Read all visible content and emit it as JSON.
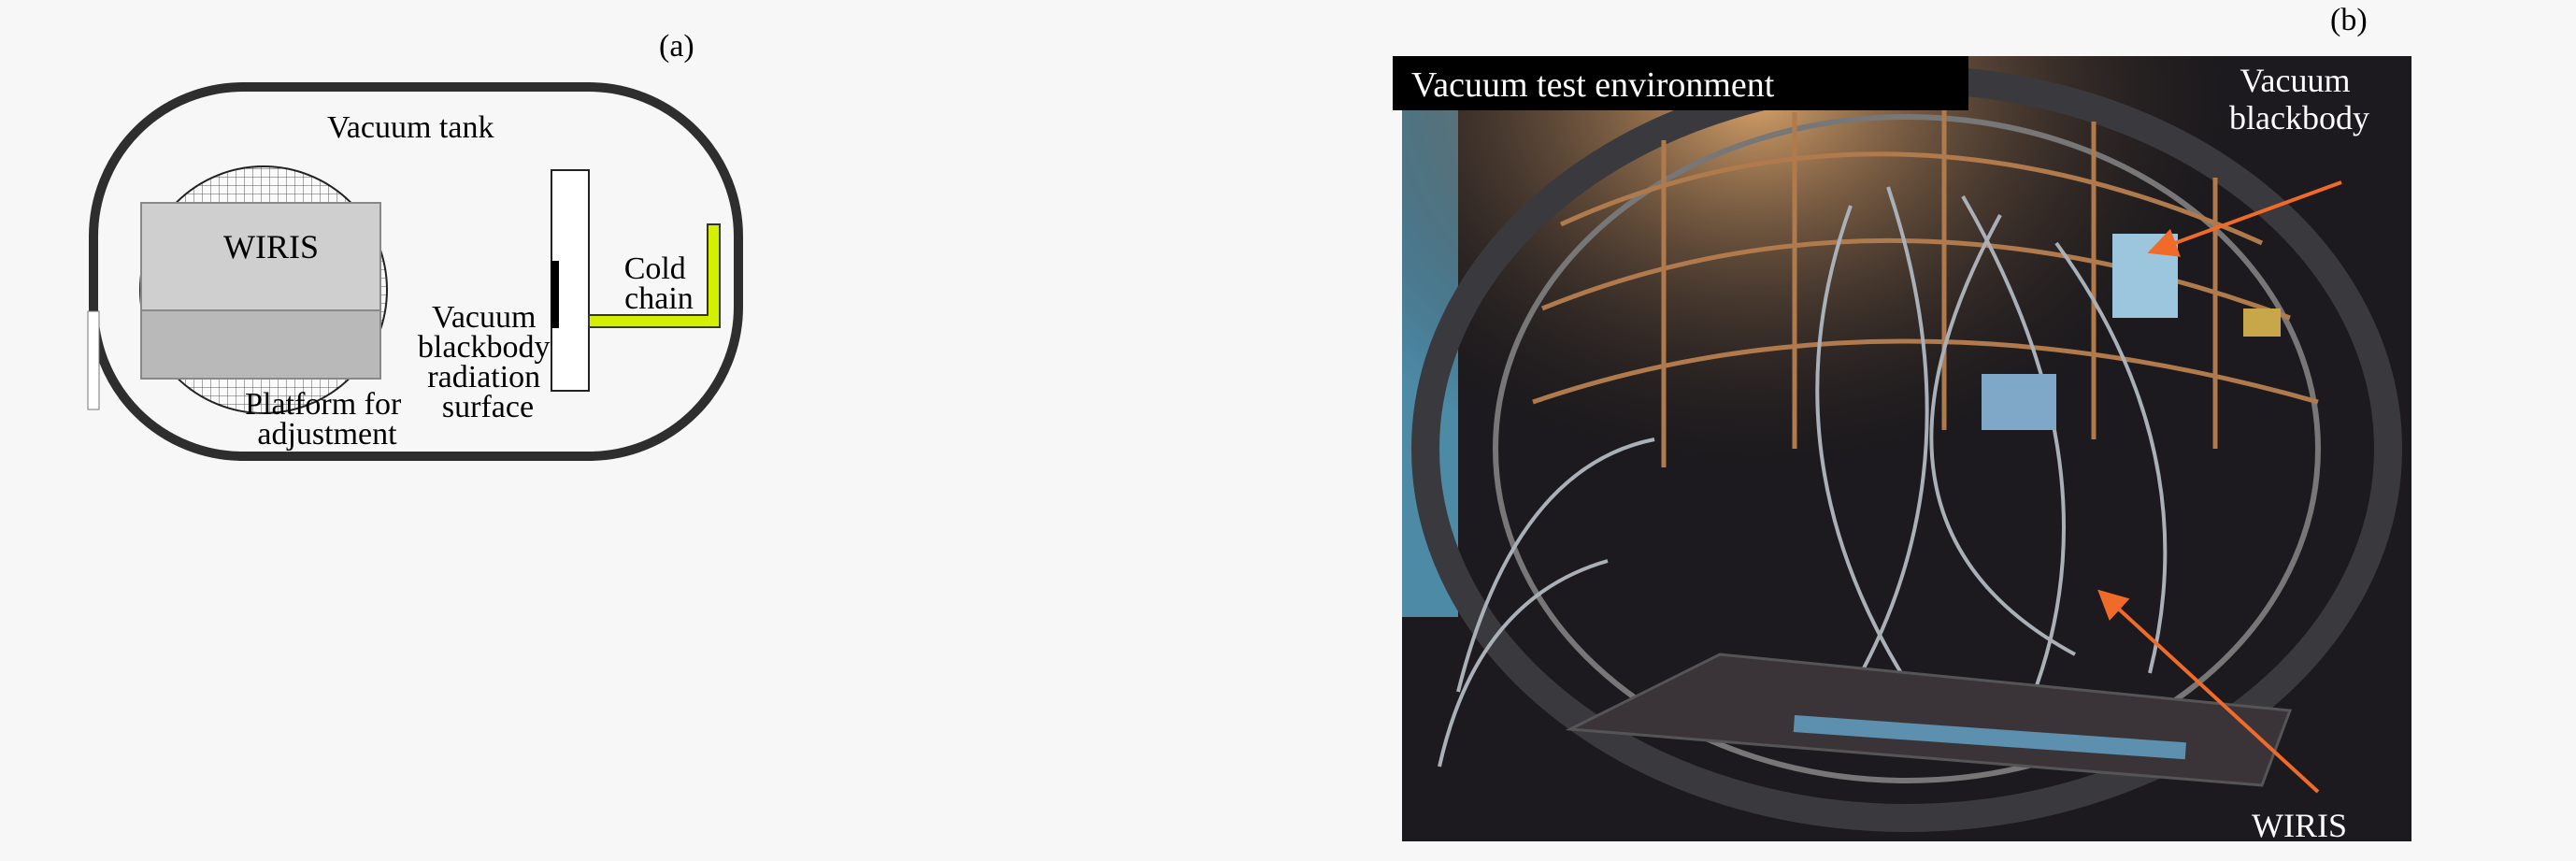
{
  "panel_a": {
    "label": "(a)",
    "vacuum_tank": "Vacuum tank",
    "wiris": "WIRIS",
    "cold_chain": [
      "Cold",
      "chain"
    ],
    "blackbody_surface": [
      "Vacuum",
      "blackbody",
      "radiation",
      "surface"
    ],
    "platform": [
      "Platform for",
      "adjustment"
    ],
    "colors": {
      "tank_wall": "#2e2e2e",
      "cold_chain": "#d4f000",
      "instrument": "#cfcfcf"
    }
  },
  "panel_b": {
    "label": "(b)",
    "title": "Vacuum test environment",
    "blackbody_label": [
      "Vacuum",
      "blackbody"
    ],
    "wiris_label": "WIRIS",
    "colors": {
      "arrow": "#f06a2a",
      "title_bg": "#000000"
    }
  }
}
